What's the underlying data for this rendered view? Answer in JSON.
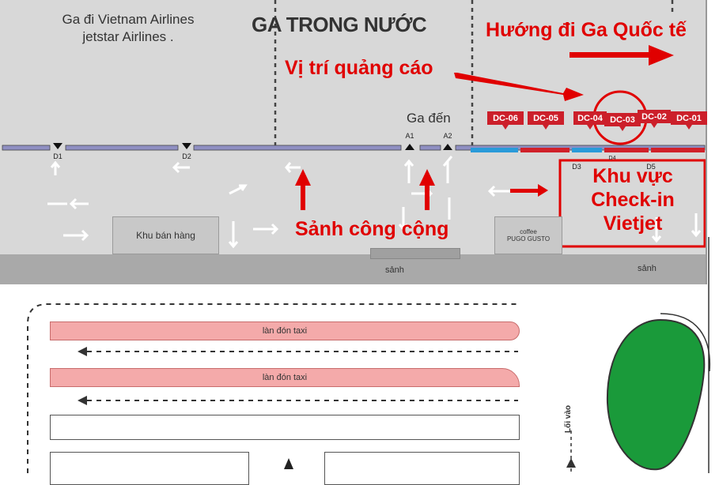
{
  "terminal": {
    "title": "GA TRONG NƯỚC",
    "airline_note_line1": "Ga đi Vietnam Airlines",
    "airline_note_line2": "jetstar Airlines .",
    "arrival_label": "Ga đến",
    "shop_label": "Khu bán hàng",
    "coffee_label_line1": "coffee",
    "coffee_label_line2": "PUGO GUSTO",
    "curb_label_left": "sảnh",
    "curb_label_right": "sảnh"
  },
  "gates": [
    "D1",
    "D2",
    "A1",
    "A2",
    "D3",
    "D4",
    "D5"
  ],
  "annotations": {
    "international_direction": "Hướng đi Ga Quốc tế",
    "ad_position": "Vị trí quảng cáo",
    "public_hall": "Sảnh công cộng",
    "vietjet_checkin_line1": "Khu vực",
    "vietjet_checkin_line2": "Check-in",
    "vietjet_checkin_line3": "Vietjet"
  },
  "ad_spots": [
    "DC-06",
    "DC-05",
    "DC-04",
    "DC-03",
    "DC-02",
    "DC-01"
  ],
  "ground": {
    "taxi_lane_1": "làn đón taxi",
    "taxi_lane_2": "làn đón taxi",
    "entrance_label": "Lối vào"
  },
  "colors": {
    "accent_red": "#e00000",
    "ad_marker": "#cc1f2a",
    "taxi_lane": "#f4aaaa",
    "green_area": "#1a9a3a",
    "terminal_floor": "#d8d8d8"
  }
}
